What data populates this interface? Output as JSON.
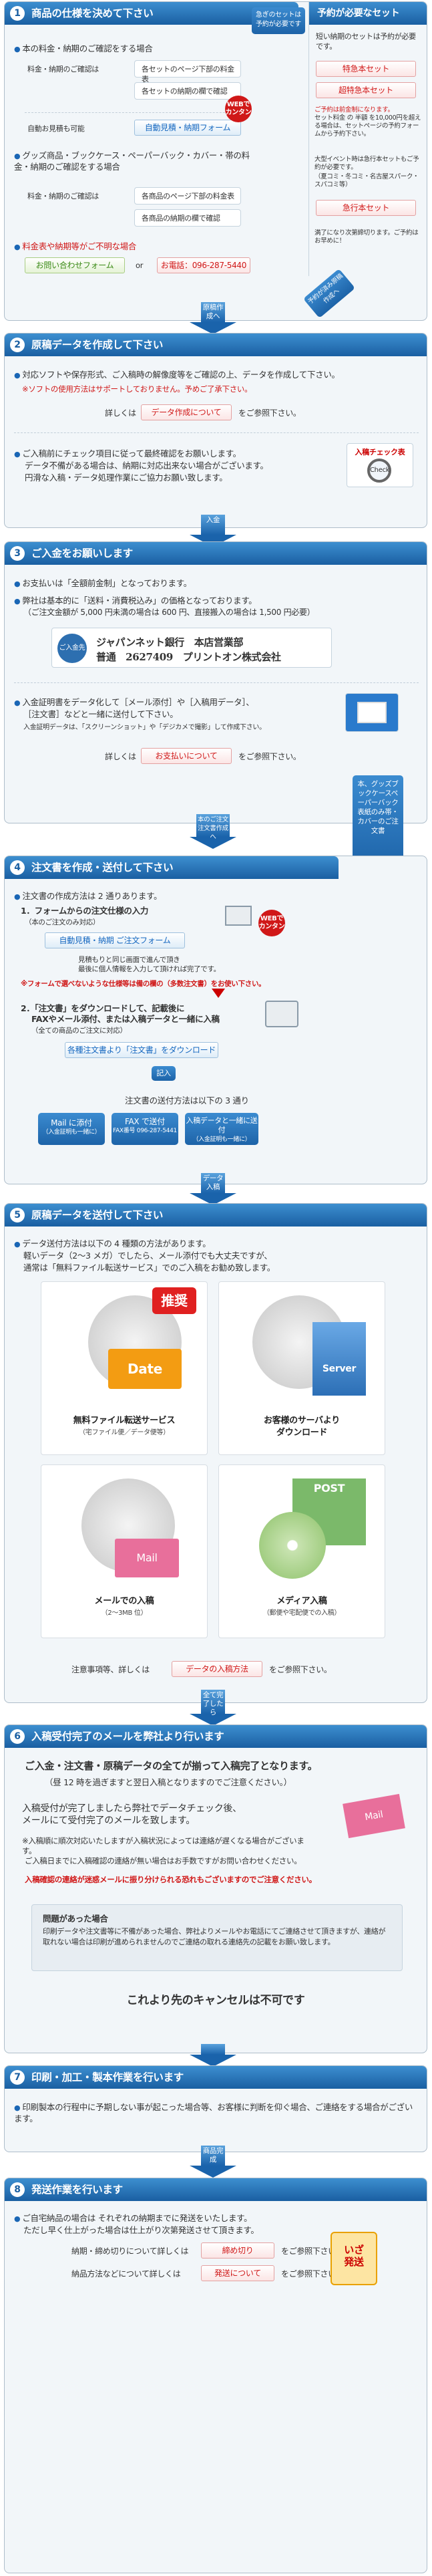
{
  "s1": {
    "num": "1",
    "title": "商品の仕様を決めて下さい",
    "a": "本の料金・納期のご確認をする場合",
    "a_l1": "料金・納期のご確認は",
    "a_b1": "各セットのページ下部の料金表",
    "a_b2": "各セットの納期の欄で確認",
    "a_l2": "自動お見積も可能",
    "a_b3": "自動見積・納期フォーム",
    "b": "グッズ商品・ブックケース・ペーパーバック・カバー・帯の料金・納期のご確認をする場合",
    "b_l1": "料金・納期のご確認は",
    "b_b1": "各商品のページ下部の料金表",
    "b_b2": "各商品の納期の欄で確認",
    "c": "料金表や納期等がご不明な場合",
    "c_b1": "お問い合わせフォーム",
    "c_or": "or",
    "c_b2": "お電話：096-287-5440",
    "badge_top": "急ぎのセットは予約が必要です",
    "web": "WEBでカンタン",
    "right_title": "予約が必要なセット",
    "right_txt": "短い納期のセットは予約が必要です。",
    "r_b1": "特急本セット",
    "r_b2": "超特急本セット",
    "r_note": "ご予約は前金制になります。",
    "r_note2": "セット料金 の 半額 を10,000円を超える場合は、セットページの予約フォームから予約下さい。",
    "r_event": "大型イベント時は急行本セットもご予約が必要です。",
    "r_event2": "（夏コミ・冬コミ・名古屋スパーク・スパコミ等）",
    "r_b3": "急行本セット",
    "r_foot": "満了になり次第締切ります。ご予約はお早めに！",
    "arrow": "原稿作成へ",
    "arrow2": "予約が済み原稿作成へ"
  },
  "s2": {
    "num": "2",
    "title": "原稿データを作成して下さい",
    "a": "対応ソフトや保存形式、ご入稿時の解像度等をご確認の上、データを作成して下さい。",
    "note": "※ソフトの使用方法はサポートしておりません。予めご了承下さい。",
    "l1": "詳しくは",
    "b1": "データ作成について",
    "r1": "をご参照下さい。",
    "c": "ご入稿前にチェック項目に従って最終確認をお願いします。",
    "c2": "データ不備がある場合は、納期に対応出来ない場合がございます。",
    "c3": "円滑な入稿・データ処理作業にご協力お願い致します。",
    "check": "入稿チェック表",
    "check2": "Check"
  },
  "arrow2": "入金",
  "s3": {
    "num": "3",
    "title": "ご入金をお願いします",
    "a": "お支払いは「全額前金制」となっております。",
    "b": "弊社は基本的に「送料・消費税込み」の価格となっております。",
    "b2": "（ご注文金額が 5,000 円未満の場合は 600 円、直接搬入の場合は 1,500 円必要）",
    "bank_tag": "ご入金先",
    "bank1": "ジャパンネット銀行　本店営業部",
    "bank2": "普通　2627409　プリントオン株式会社",
    "c": "入金証明書をデータ化して［メール添付］や［入稿用データ］、",
    "c2": "［注文書］などと一緒に送付して下さい。",
    "c3": "入金証明データは、「スクリーンショット」や「デジカメで撮影」して作成下さい。",
    "l1": "詳しくは",
    "b1": "お支払いについて",
    "r1": "をご参照下さい。"
  },
  "arrow3": "本のご注文注文書作成へ",
  "side": "本、グッズブックケースペーパーバック表紙のみ帯・カバーのご注文書",
  "s4": {
    "num": "4",
    "title": "注文書を作成・送付して下さい",
    "a": "注文書の作成方法は 2 通りあります。",
    "o1": "1．フォームからの注文仕様の入力",
    "o1s": "（本のご注文のみ対応）",
    "o1b": "自動見積・納期 ご注文フォーム",
    "o1n": "見積もりと同じ画面で進んで頂き",
    "o1n2": "最後に個人情報を入力して頂ければ完了です。",
    "o1r": "※フォームで選べないような仕様等は備の欄の（多数注文書）をお使い下さい。",
    "o2": "2．「注文書」をダウンロードして、記載後に",
    "o2b": "FAXやメール添付、または入稿データと一緒に入稿",
    "o2s": "（全ての商品のご注文に対応）",
    "o2btn": "各種注文書より「注文書」をダウンロード",
    "kinyu": "記入",
    "how": "注文書の送付方法は以下の 3 通り",
    "m1": "Mail に添付",
    "m1s": "（入金証明も一緒に）",
    "m2": "FAX で送付",
    "m2s": "FAX番号 096-287-5441",
    "m3": "入稿データと一緒に送付",
    "m3s": "（入金証明も一緒に）"
  },
  "arrow4": "データ入稿",
  "s5": {
    "num": "5",
    "title": "原稿データを送付して下さい",
    "a": "データ送付方法は以下の 4 種類の方法があります。",
    "a2": "軽いデータ（2～3 メガ）でしたら、メール添付でも大丈夫ですが、",
    "a3": "通常は「無料ファイル転送サービス」でのご入稿をお勧め致します。",
    "rec": "推奨",
    "d1": "無料ファイル転送サービス",
    "d1s": "（宅ファイル便／データ便等）",
    "date": "Date",
    "d2": "お客様のサーバより",
    "d2b": "ダウンロード",
    "server": "Server",
    "d3": "メールでの入稿",
    "d3s": "（2～3MB 位）",
    "mail": "Mail",
    "d4": "メディア入稿",
    "d4s": "（郵便や宅配便での入稿）",
    "post": "POST",
    "l1": "注意事項等、詳しくは",
    "b1": "データの入稿方法",
    "r1": "をご参照下さい。"
  },
  "arrow5": "全て完了したら",
  "s6": {
    "num": "6",
    "title": "入稿受付完了のメールを弊社より行います",
    "lead": "ご入金・注文書・原稿データの全てが揃って入稿完了となります。",
    "lead2": "（昼 12 時を過ぎますと翌日入稿となりますのでご注意ください。）",
    "p1": "入稿受付が完了しましたら弊社でデータチェック後、",
    "p2": "メールにて受付完了のメールを致します。",
    "n1": "※入稿順に順次対応いたしますが入稿状況によっては連絡が遅くなる場合がございます。",
    "n2": "ご入稿日までに入稿確認の連絡が無い場合はお手数ですがお問い合わせください。",
    "n3": "入稿確認の連絡が迷惑メールに振り分けられる恐れもございますのでご注意ください。",
    "prob": "問題があった場合",
    "prob2": "印刷データや注文書等に不備があった場合、弊社よりメールやお電話にてご連絡させて頂きますが、連絡が取れない場合は印刷が進められませんのでご連絡の取れる連絡先の記載をお願い致します。",
    "cancel": "これより先のキャンセルは不可です",
    "mail": "Mail"
  },
  "s7": {
    "num": "7",
    "title": "印刷・加工・製本作業を行います",
    "a": "印刷製本の行程中に予期しない事が起こった場合等、お客様に判断を仰ぐ場合、ご連絡をする場合がございます。"
  },
  "arrow6": "商品完成",
  "s8": {
    "num": "8",
    "title": "発送作業を行います",
    "a": "ご自宅納品の場合は それぞれの納期までに発送をいたします。",
    "a2": "ただし早く仕上がった場合は仕上がり次第発送させて頂きます。",
    "l1": "納期・締め切りについて詳しくは",
    "b1": "締め切り",
    "r1": "をご参照下さい。",
    "l2": "納品方法などについて詳しくは",
    "b2": "発送について",
    "r2": "をご参照下さい。",
    "iza": "いざ",
    "hasso": "発送"
  }
}
